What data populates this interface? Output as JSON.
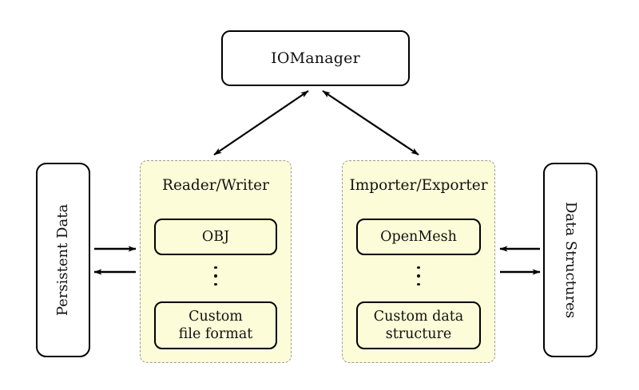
{
  "diagram": {
    "title_node": {
      "label": "IOManager"
    },
    "left_endpoint": {
      "label": "Persistent Data"
    },
    "right_endpoint": {
      "label": "Data Structures"
    },
    "panels": [
      {
        "id": "reader-writer",
        "title": "Reader/Writer",
        "items": [
          {
            "label": "OBJ"
          },
          {
            "label": "Custom\nfile format",
            "line1": "Custom",
            "line2": "file format"
          }
        ],
        "ellipsis": "vertical-dots"
      },
      {
        "id": "importer-exporter",
        "title": "Importer/Exporter",
        "items": [
          {
            "label": "OpenMesh"
          },
          {
            "label": "Custom data\nstructure",
            "line1": "Custom data",
            "line2": "structure"
          }
        ],
        "ellipsis": "vertical-dots"
      }
    ],
    "connections": [
      {
        "name": "iomanager-to-reader-writer",
        "style": "double-headed-diagonal"
      },
      {
        "name": "iomanager-to-importer-exporter",
        "style": "double-headed-diagonal"
      },
      {
        "name": "persistent-data-to-reader-writer",
        "style": "arrow-right"
      },
      {
        "name": "reader-writer-to-persistent-data",
        "style": "arrow-left"
      },
      {
        "name": "data-structures-to-importer-exporter",
        "style": "arrow-left"
      },
      {
        "name": "importer-exporter-to-data-structures",
        "style": "arrow-right"
      }
    ],
    "colors": {
      "panel_fill": "#fcfcd8",
      "panel_border": "#9c9c9c",
      "node_border": "#000000",
      "background": "#ffffff",
      "text": "#111111"
    }
  }
}
